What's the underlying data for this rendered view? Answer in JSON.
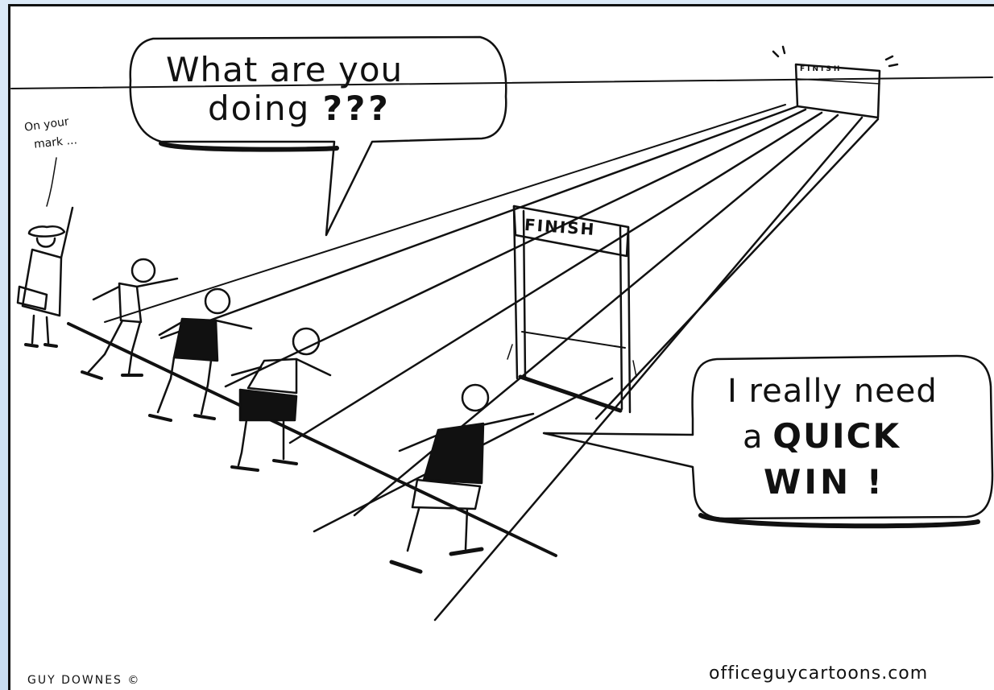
{
  "cartoon": {
    "speech_top": {
      "line1": "What are you",
      "line2_word": "doing",
      "line2_marks": "???"
    },
    "speech_right": {
      "line1": "I really need",
      "line2_word": "a",
      "line2_bold": "QUICK",
      "line3": "WIN !"
    },
    "starter": {
      "line1": "On your",
      "line2": "mark ..."
    },
    "finish_near": "FINISH",
    "finish_far": "FINISH",
    "signature": "GUY DOWNES ©",
    "website": "officeguycartoons.com"
  }
}
